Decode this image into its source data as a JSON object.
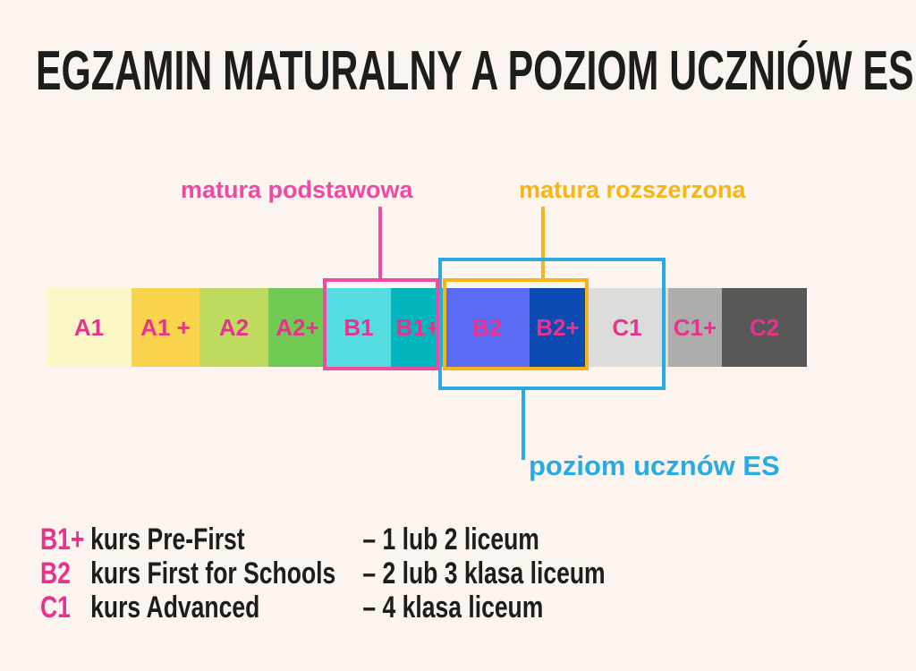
{
  "title": "EGZAMIN MATURALNY A POZIOM UCZNIÓW ES",
  "colors": {
    "background": "#fcf4ee",
    "title_text": "#1d1d1b",
    "level_label": "#e6338f",
    "matura_podstawowa_accent": "#ee4aa4",
    "matura_rozszerzona_accent": "#f6b517",
    "poziom_ucznow_accent": "#29abe2"
  },
  "scale": {
    "segments": [
      {
        "label": "A1",
        "color": "#fbf6c5",
        "width": 95
      },
      {
        "label": "A1 +",
        "color": "#f8d34b",
        "width": 76
      },
      {
        "label": "A2",
        "color": "#bedb60",
        "width": 77
      },
      {
        "label": "A2+",
        "color": "#71ca53",
        "width": 65
      },
      {
        "label": "B1",
        "color": "#55dce1",
        "width": 72
      },
      {
        "label": "B1+",
        "color": "#01b7bd",
        "width": 60
      },
      {
        "label": "B2",
        "color": "#5a6cf3",
        "width": 95
      },
      {
        "label": "B2+",
        "color": "#0c4bb1",
        "width": 63
      },
      {
        "label": "C1",
        "color": "#dcdcdb",
        "width": 92
      },
      {
        "label": "C1+",
        "color": "#adadac",
        "width": 60
      },
      {
        "label": "C2",
        "color": "#585857",
        "width": 95
      }
    ]
  },
  "annotations": {
    "matura_podstawowa": {
      "label": "matura podstawowa",
      "color": "#ee4aa4",
      "covers": [
        "B1",
        "B1+"
      ]
    },
    "matura_rozszerzona": {
      "label": "matura rozszerzona",
      "color": "#f6b517",
      "covers": [
        "B2",
        "B2+"
      ]
    },
    "poziom_ucznow": {
      "label": "poziom ucznów ES",
      "color": "#29abe2",
      "covers": [
        "B2",
        "B2+",
        "C1"
      ]
    }
  },
  "legend": {
    "rows": [
      {
        "level": "B1+",
        "course": "kurs Pre-First",
        "note": "– 1 lub 2 liceum"
      },
      {
        "level": "B2",
        "course": "kurs First for Schools",
        "note": "– 2 lub 3 klasa liceum"
      },
      {
        "level": "C1",
        "course": "kurs Advanced",
        "note": "– 4 klasa liceum"
      }
    ]
  }
}
